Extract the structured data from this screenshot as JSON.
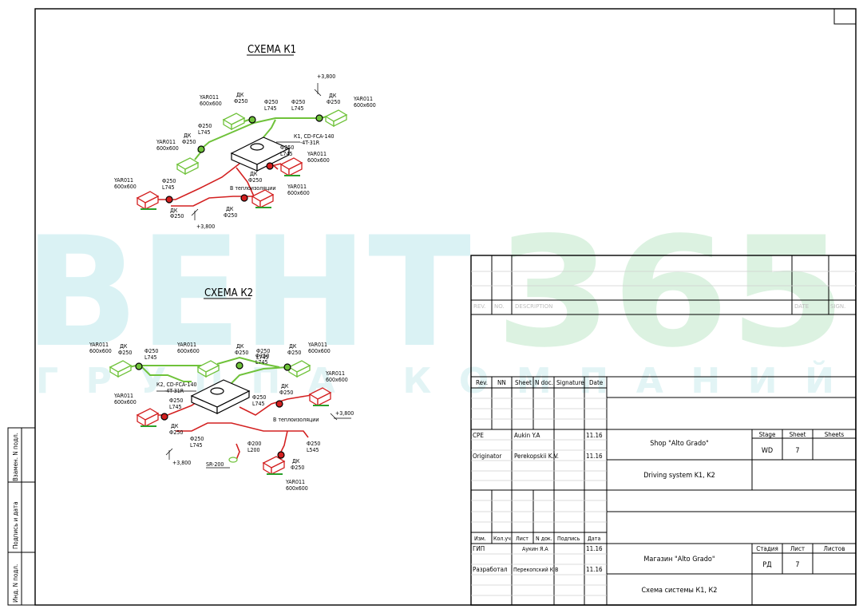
{
  "watermark": {
    "brand_left": "ВЕНТ",
    "brand_right": "365",
    "tagline": "ГРУППА КОМПАНИЙ"
  },
  "scheme_k1": {
    "title": "СХЕМА К1",
    "unit": {
      "name": "К1, CD-FCA-140",
      "model": "-4T-31R"
    },
    "level_top": "+3,800",
    "level_bottom": "+3,800",
    "insulation_note": "В теплоизоляции",
    "diffusers": [
      {
        "name": "YAR011",
        "size": "600x600"
      },
      {
        "name": "YAR011",
        "size": "600x600"
      },
      {
        "name": "YAR011",
        "size": "600x600"
      },
      {
        "name": "YAR011",
        "size": "600x600"
      },
      {
        "name": "YAR011",
        "size": "600x600"
      },
      {
        "name": "YAR011",
        "size": "600x600"
      }
    ],
    "dampers": [
      {
        "dk": "ДК",
        "dia": "Ф250",
        "len": ""
      },
      {
        "dk": "ДК",
        "dia": "Ф250",
        "len": ""
      },
      {
        "dk": "ДК",
        "dia": "Ф250",
        "len": ""
      },
      {
        "dk": "ДК",
        "dia": "Ф250",
        "len": ""
      },
      {
        "dk": "ДК",
        "dia": "Ф250",
        "len": ""
      },
      {
        "dk": "ДК",
        "dia": "Ф250",
        "len": ""
      }
    ],
    "duct_labels": [
      {
        "dia": "Ф250",
        "len": "L745"
      },
      {
        "dia": "Ф250",
        "len": "L745"
      },
      {
        "dia": "Ф250",
        "len": "L745"
      },
      {
        "dia": "Ф250",
        "len": "L745"
      },
      {
        "dia": "Ф250",
        "len": "L745"
      },
      {
        "dia": "Ф250",
        "len": "L745"
      }
    ]
  },
  "scheme_k2": {
    "title": "СХЕМА К2",
    "unit": {
      "name": "К2, CD-FCA-140",
      "model": "-4T-31R"
    },
    "level_top": "+3,800",
    "level_bottom": "+3,800",
    "insulation_note": "В теплоизоляции",
    "sr_label": "SR-200",
    "duct_200": {
      "dia": "Ф200",
      "len": "L200"
    },
    "duct_545": {
      "dia": "Ф250",
      "len": "L545"
    },
    "diffusers": [
      {
        "name": "YAR011",
        "size": "600x600"
      },
      {
        "name": "YAR011",
        "size": "600x600"
      },
      {
        "name": "YAR011",
        "size": "600x600"
      },
      {
        "name": "YAR011",
        "size": "600x600"
      },
      {
        "name": "YAR011",
        "size": "600x600"
      },
      {
        "name": "YAR011",
        "size": "600x600"
      }
    ],
    "dampers": [
      {
        "dk": "ДК",
        "dia": "Ф250"
      },
      {
        "dk": "ДК",
        "dia": "Ф250"
      },
      {
        "dk": "ДК",
        "dia": "Ф250"
      },
      {
        "dk": "ДК",
        "dia": "Ф250"
      },
      {
        "dk": "ДК",
        "dia": "Ф250"
      },
      {
        "dk": "ДК",
        "dia": "Ф250"
      }
    ],
    "duct_labels": [
      {
        "dia": "Ф250",
        "len": "L745"
      },
      {
        "dia": "Ф250",
        "len": "L745"
      },
      {
        "dia": "Ф250",
        "len": "L745"
      },
      {
        "dia": "Ф250",
        "len": "L745"
      },
      {
        "dia": "Ф250",
        "len": "L745"
      },
      {
        "dia": "Ф250",
        "len": "L745"
      }
    ]
  },
  "side_stamp": {
    "a": "Взамен. N подл.",
    "b": "Подпись и дата",
    "c": "Инд. N подл."
  },
  "revision_block": {
    "rev": "REV.",
    "no": "NO.",
    "description": "DESCRIPTION",
    "date": "DATE",
    "sign": "SIGN."
  },
  "title_block_en": {
    "headers": [
      "Rev.",
      "NN",
      "Sheet",
      "N doc.",
      "Signature",
      "Date"
    ],
    "rows": [
      {
        "role": "CPE",
        "name": "Aukin Y.A",
        "date": "11.16"
      },
      {
        "role": "Originator",
        "name": "Perekopskii K.V.",
        "date": "11.16"
      }
    ],
    "project": "Shop \"Alto Grado\"",
    "drawing": "Driving system K1, K2",
    "stage_label": "Stage",
    "stage": "WD",
    "sheet_label": "Sheet",
    "sheet": "7",
    "sheets_label": "Sheets"
  },
  "title_block_ru": {
    "headers": [
      "Изм.",
      "Кол.уч",
      "Лист",
      "N док.",
      "Подпись",
      "Дата"
    ],
    "rows": [
      {
        "role": "ГИП",
        "name": "Аукин Я.А",
        "date": "11.16"
      },
      {
        "role": "Разработал",
        "name": "Перекопский К.В",
        "date": "11.16"
      }
    ],
    "project": "Магазин \"Alto Grado\"",
    "drawing": "Схема системы К1, К2",
    "stage_label": "Стадия",
    "stage": "РД",
    "sheet_label": "Лист",
    "sheet": "7",
    "sheets_label": "Листов"
  },
  "colors": {
    "supply_green": "#6fc23a",
    "return_red": "#d32020",
    "watermark_teal": "#cfeef0",
    "watermark_green": "#d8f0dc"
  }
}
